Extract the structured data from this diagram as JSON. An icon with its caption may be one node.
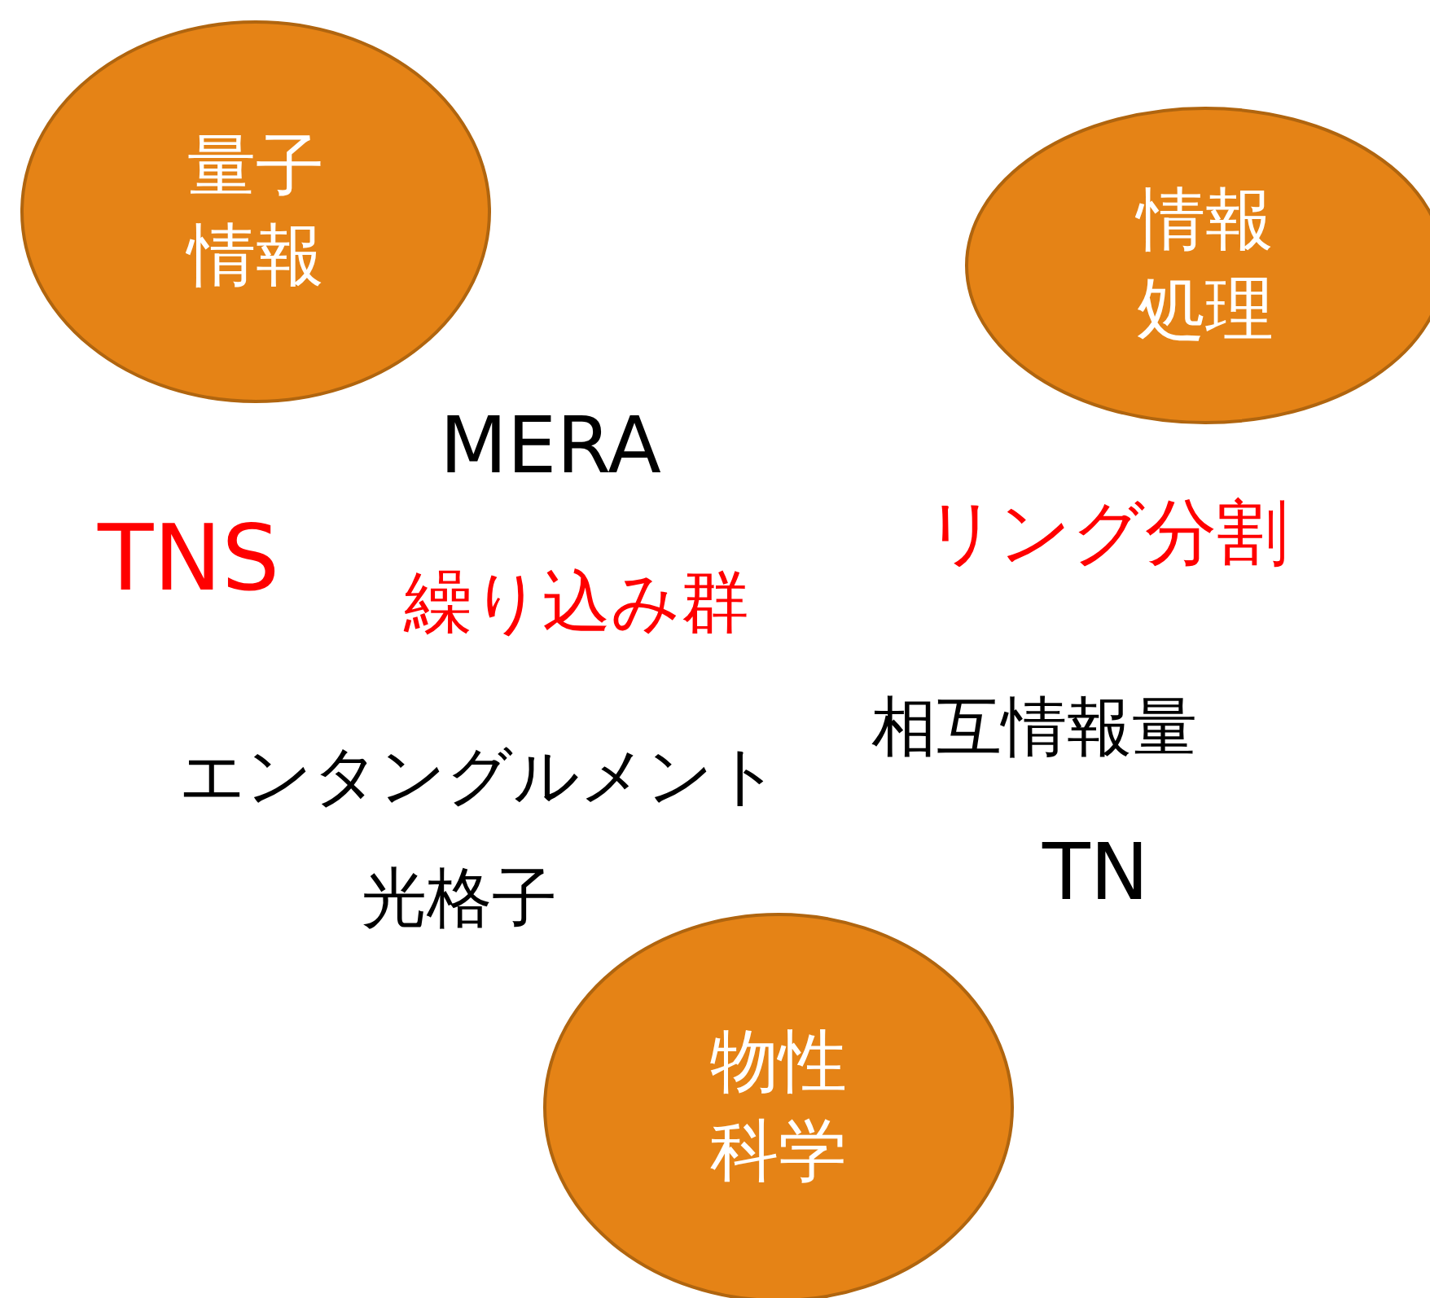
{
  "diagram": {
    "nodes": [
      {
        "text": [
          "量子情報"
        ]
      },
      {
        "text": [
          "情報処理"
        ]
      },
      {
        "text": [
          "物性科学"
        ]
      }
    ],
    "labels": [
      "MERA",
      "リング分割",
      "TNS",
      "繰り込み群",
      "相互情報量",
      "エンタングルメント",
      "TN",
      "光格子"
    ]
  }
}
